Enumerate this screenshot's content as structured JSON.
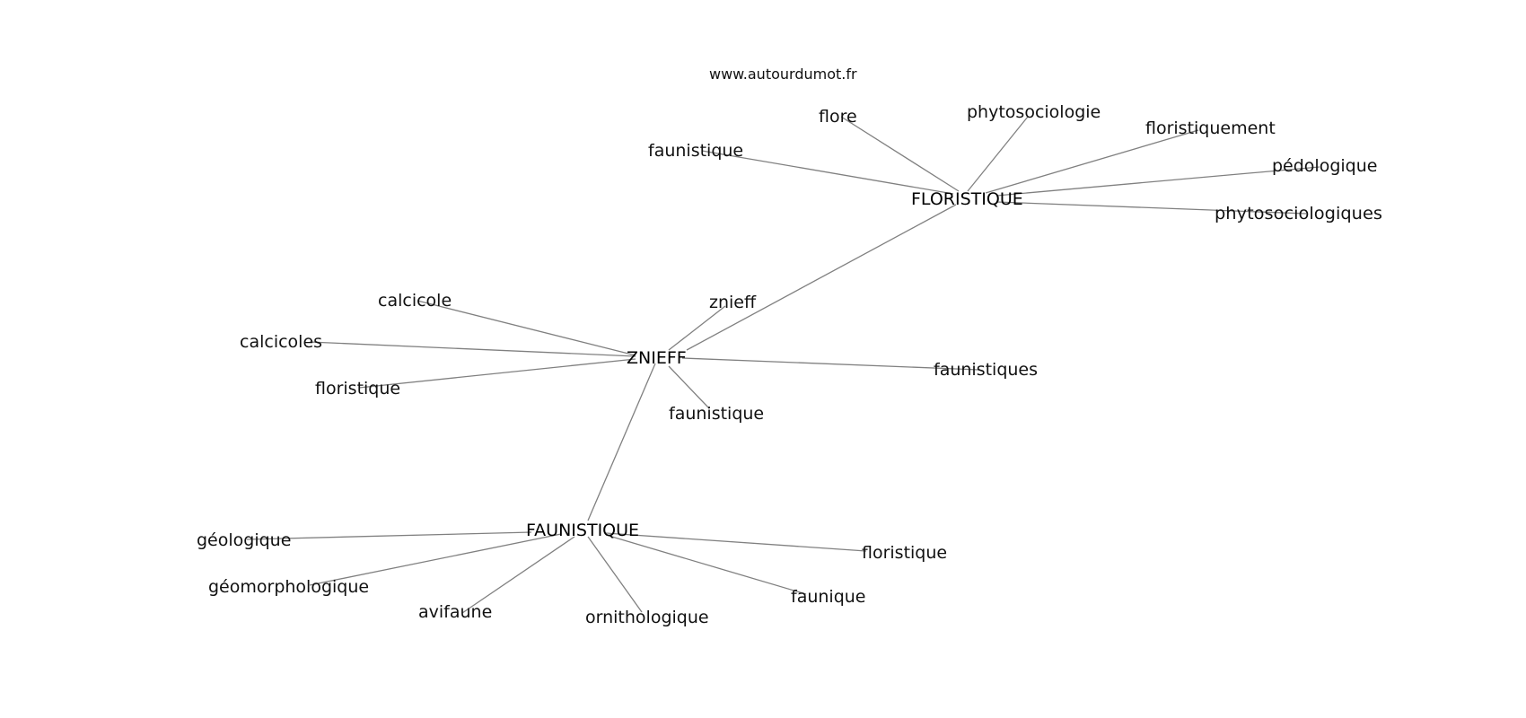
{
  "watermark": "www.autourdumot.fr",
  "graph": {
    "hubs": [
      {
        "id": "znieff_hub",
        "label": "ZNIEFF"
      },
      {
        "id": "floristique_hub",
        "label": "FLORISTIQUE"
      },
      {
        "id": "faunistique_hub",
        "label": "FAUNISTIQUE"
      }
    ],
    "nodes": [
      {
        "id": "n_flore",
        "label": "flore",
        "hub": "floristique_hub"
      },
      {
        "id": "n_phytosociologie",
        "label": "phytosociologie",
        "hub": "floristique_hub"
      },
      {
        "id": "n_floristiquement",
        "label": "floristiquement",
        "hub": "floristique_hub"
      },
      {
        "id": "n_pedologique",
        "label": "pédologique",
        "hub": "floristique_hub"
      },
      {
        "id": "n_phytosociologiques",
        "label": "phytosociologiques",
        "hub": "floristique_hub"
      },
      {
        "id": "n_faunistique_top",
        "label": "faunistique",
        "hub": "floristique_hub"
      },
      {
        "id": "n_calcicole",
        "label": "calcicole",
        "hub": "znieff_hub"
      },
      {
        "id": "n_calcicoles",
        "label": "calcicoles",
        "hub": "znieff_hub"
      },
      {
        "id": "n_floristique_mid",
        "label": "floristique",
        "hub": "znieff_hub"
      },
      {
        "id": "n_znieff",
        "label": "znieff",
        "hub": "znieff_hub"
      },
      {
        "id": "n_faunistiques",
        "label": "faunistiques",
        "hub": "znieff_hub"
      },
      {
        "id": "n_faunistique_mid",
        "label": "faunistique",
        "hub": "znieff_hub"
      },
      {
        "id": "n_geologique",
        "label": "géologique",
        "hub": "faunistique_hub"
      },
      {
        "id": "n_geomorphologique",
        "label": "géomorphologique",
        "hub": "faunistique_hub"
      },
      {
        "id": "n_avifaune",
        "label": "avifaune",
        "hub": "faunistique_hub"
      },
      {
        "id": "n_ornithologique",
        "label": "ornithologique",
        "hub": "faunistique_hub"
      },
      {
        "id": "n_faunique",
        "label": "faunique",
        "hub": "faunistique_hub"
      },
      {
        "id": "n_floristique_bot",
        "label": "floristique",
        "hub": "faunistique_hub"
      }
    ],
    "hub_links": [
      {
        "from": "znieff_hub",
        "to": "floristique_hub"
      },
      {
        "from": "znieff_hub",
        "to": "faunistique_hub"
      }
    ]
  }
}
